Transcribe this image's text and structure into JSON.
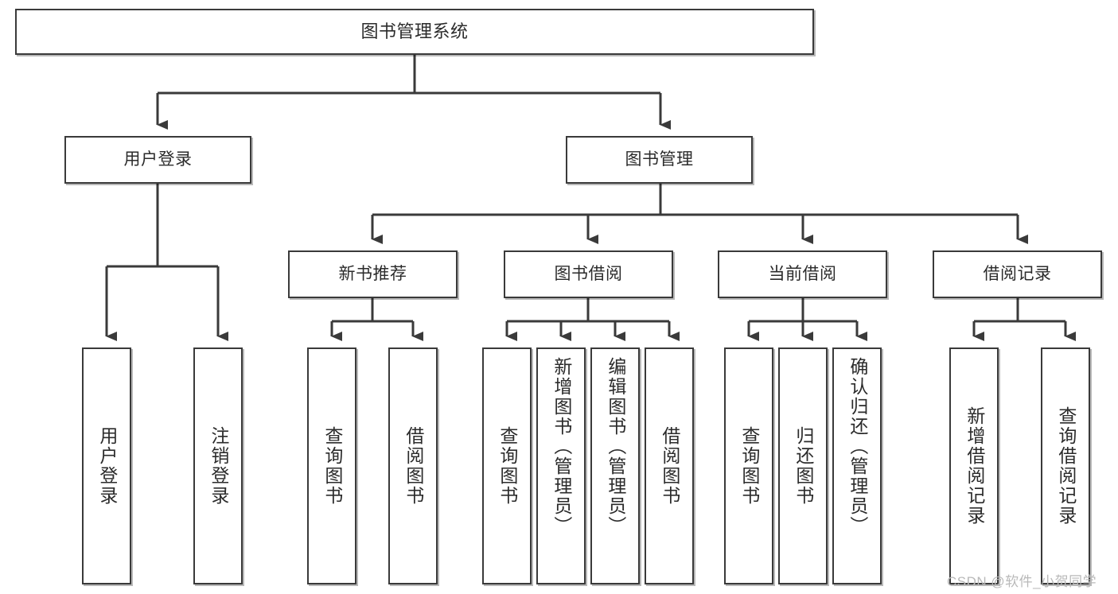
{
  "diagram": {
    "title": "图书管理系统",
    "type": "tree",
    "watermark": "CSDN @软件_小贺同学",
    "colors": {
      "box_border": "#3a3a3a",
      "box_fill": "#ffffff",
      "line": "#3a3a3a",
      "text": "#2b2b2b",
      "watermark": "#b9b9b9"
    },
    "root": {
      "label": "图书管理系统"
    },
    "level2": [
      {
        "label": "用户登录"
      },
      {
        "label": "图书管理"
      }
    ],
    "level3": [
      {
        "label": "新书推荐"
      },
      {
        "label": "图书借阅"
      },
      {
        "label": "当前借阅"
      },
      {
        "label": "借阅记录"
      }
    ],
    "leaves": {
      "user_login": [
        {
          "label": "用户登录"
        },
        {
          "label": "注销登录"
        }
      ],
      "new_book": [
        {
          "label": "查询图书"
        },
        {
          "label": "借阅图书"
        }
      ],
      "book_borrow": [
        {
          "label": "查询图书"
        },
        {
          "label": "新增图书（管理员）"
        },
        {
          "label": "编辑图书（管理员）"
        },
        {
          "label": "借阅图书"
        }
      ],
      "current_borrow": [
        {
          "label": "查询图书"
        },
        {
          "label": "归还图书"
        },
        {
          "label": "确认归还（管理员）"
        }
      ],
      "borrow_record": [
        {
          "label": "新增借阅记录"
        },
        {
          "label": "查询借阅记录"
        }
      ]
    }
  }
}
